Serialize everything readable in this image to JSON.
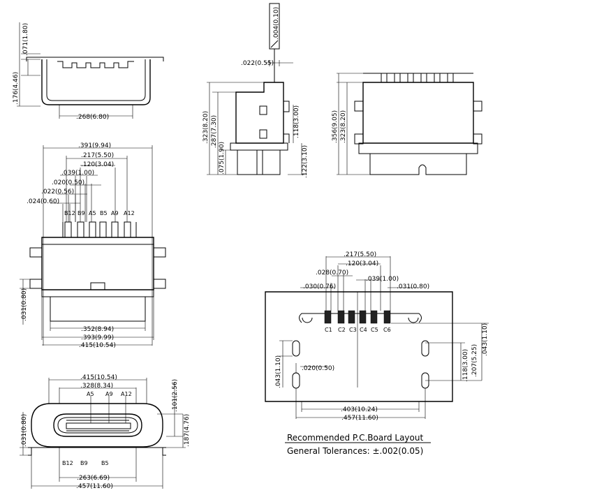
{
  "views": {
    "front_top": {
      "dims": {
        "height_071": ".071(1.80)",
        "height_176": ".176(4.46)",
        "width_268": ".268(6.80)"
      }
    },
    "side": {
      "dims": {
        "flatness": ".004(0.10)",
        "pin_022": ".022(0.55)",
        "h_323": ".323(8.20)",
        "h_287": ".287(7.30)",
        "h_075": ".075(1.90)",
        "h_118": ".118(3.00)",
        "h_122": ".122(3.10)"
      }
    },
    "rear": {
      "dims": {
        "h_356": ".356(9.05)",
        "h_323": ".323(8.20)"
      }
    },
    "top": {
      "dims": {
        "w_391": ".391(9.94)",
        "w_217": ".217(5.50)",
        "w_120": ".120(3.04)",
        "w_039": ".039(1.00)",
        "w_020": ".020(0.50)",
        "w_022": ".022(0.56)",
        "w_024": ".024(0.60)",
        "h_031": ".031(0.80)",
        "w_352": ".352(8.94)",
        "w_393": ".393(9.99)",
        "w_415": ".415(10.54)"
      },
      "pins": [
        "B12",
        "B9",
        "A5",
        "B5",
        "A9",
        "A12"
      ]
    },
    "front": {
      "dims": {
        "w_415": ".415(10.54)",
        "w_328": ".328(8.34)",
        "h_101": ".101(2.56)",
        "h_187": ".187(4.76)",
        "h_031": ".031(0.80)",
        "w_263": ".263(6.69)",
        "w_457": ".457(11.60)"
      },
      "pins_top": [
        "A5",
        "A9",
        "A12"
      ],
      "pins_bottom": [
        "B12",
        "B9",
        "B5"
      ]
    },
    "pcb": {
      "dims": {
        "w_217": ".217(5.50)",
        "w_120": ".120(3.04)",
        "w_028": ".028(0.70)",
        "w_039": ".039(1.00)",
        "w_030": ".030(0.76)",
        "w_031": ".031(0.80)",
        "h_043_right": ".043(1.10)",
        "h_207": ".207(5.25)",
        "h_118": ".118(3.00)",
        "h_043_left": ".043(1.10)",
        "w_020": ".020(0.50)",
        "w_403": ".403(10.24)",
        "w_457": ".457(11.60)"
      },
      "pads": [
        "C1",
        "C2",
        "C3",
        "C4",
        "C5",
        "C6"
      ],
      "title": "Recommended P.C.Board Layout",
      "tolerance": "General Tolerances: ±.002(0.05)"
    }
  }
}
